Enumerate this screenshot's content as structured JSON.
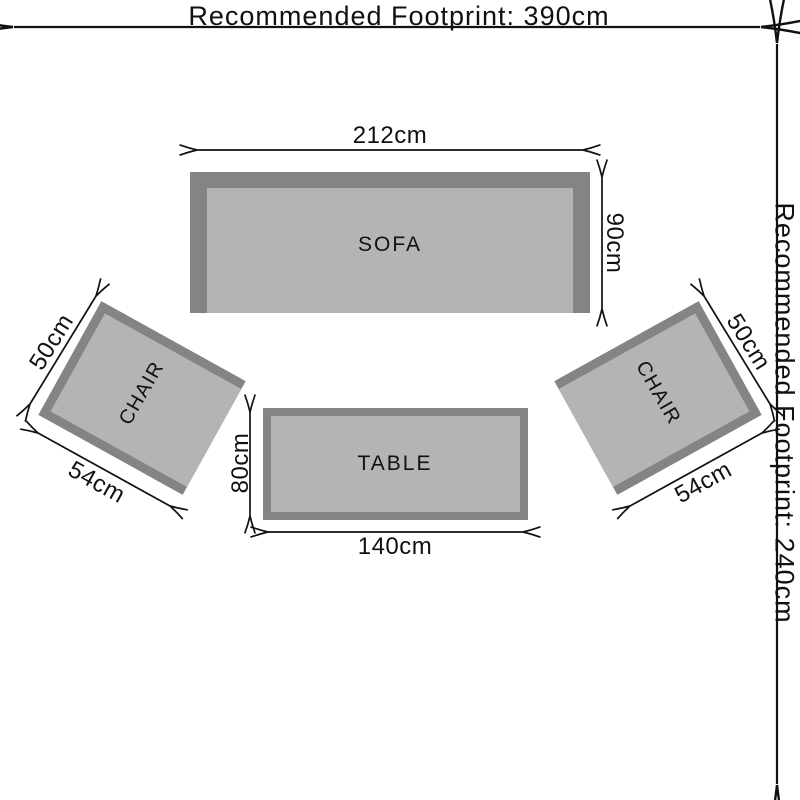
{
  "footprint": {
    "horizontal_label": "Recommended Footprint: 390cm",
    "vertical_label": "Recommended Footprint: 240cm"
  },
  "furniture": {
    "sofa": {
      "label": "SOFA",
      "width": "212cm",
      "depth": "90cm"
    },
    "table": {
      "label": "TABLE",
      "width": "140cm",
      "depth": "80cm"
    },
    "chair_left": {
      "label": "CHAIR",
      "back": "50cm",
      "side": "54cm"
    },
    "chair_right": {
      "label": "CHAIR",
      "back": "50cm",
      "side": "54cm"
    }
  },
  "colors": {
    "background": "#ffffff",
    "furniture_fill": "#b4b4b4",
    "furniture_border": "#848484",
    "line": "#111111"
  }
}
